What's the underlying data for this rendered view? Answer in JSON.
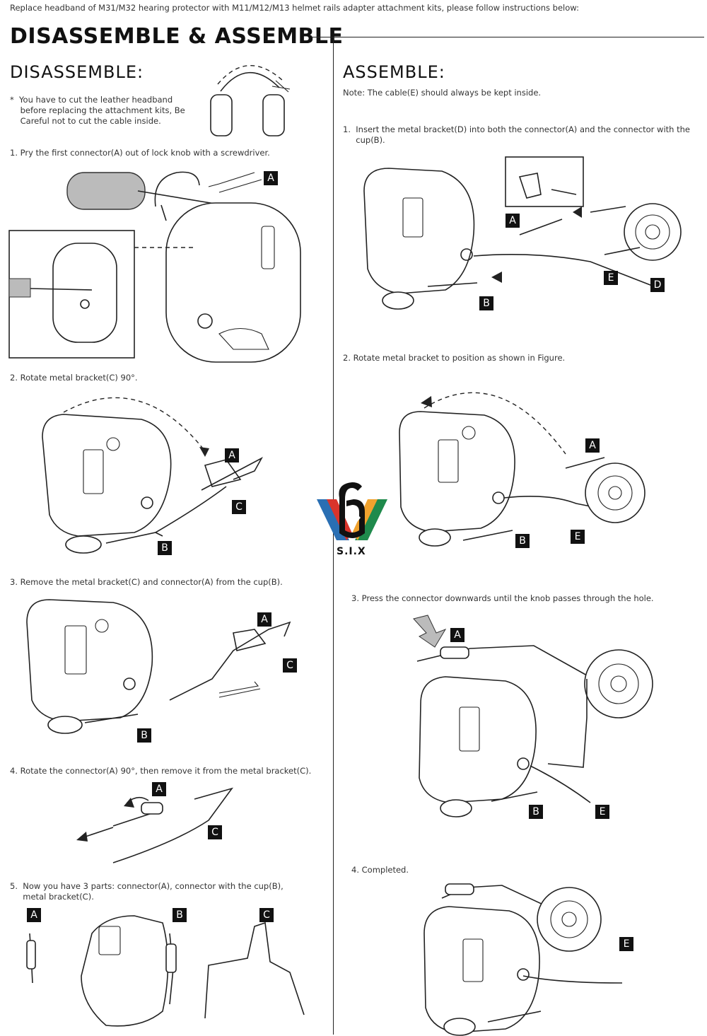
{
  "header": {
    "intro": "Replace headband of M31/M32 hearing protector with M11/M12/M13 helmet rails adapter attachment kits, please follow instructions below:",
    "title": "DISASSEMBLE & ASSEMBLE"
  },
  "disassemble": {
    "heading": "DISASSEMBLE:",
    "note": "*  You have to cut the leather headband\n    before replacing the attachment kits, Be\n    Careful not to cut the cable inside.",
    "steps": [
      "1.  Pry the first connector(A) out of lock knob with a screwdriver.",
      "2.  Rotate metal bracket(C) 90°.",
      "3.  Remove the metal bracket(C) and connector(A) from the cup(B).",
      "4.  Rotate the connector(A) 90°, then remove it from the metal bracket(C).",
      "5.  Now you have 3 parts: connector(A), connector with the cup(B),\n     metal bracket(C)."
    ]
  },
  "assemble": {
    "heading": "ASSEMBLE:",
    "note": "Note: The cable(E) should always be kept inside.",
    "steps": [
      "1.  Insert the metal bracket(D) into both the connector(A) and the connector with the\n     cup(B).",
      "2.  Rotate metal bracket to position as shown in Figure.",
      "3.  Press the connector downwards until the knob passes through the hole.",
      "4.  Completed."
    ]
  },
  "labels": {
    "A": "A",
    "B": "B",
    "C": "C",
    "D": "D",
    "E": "E"
  },
  "logo": {
    "text": "S.I.X",
    "colors": [
      "#2a6fb3",
      "#d9342b",
      "#f0a22e",
      "#1f8a4c"
    ]
  }
}
